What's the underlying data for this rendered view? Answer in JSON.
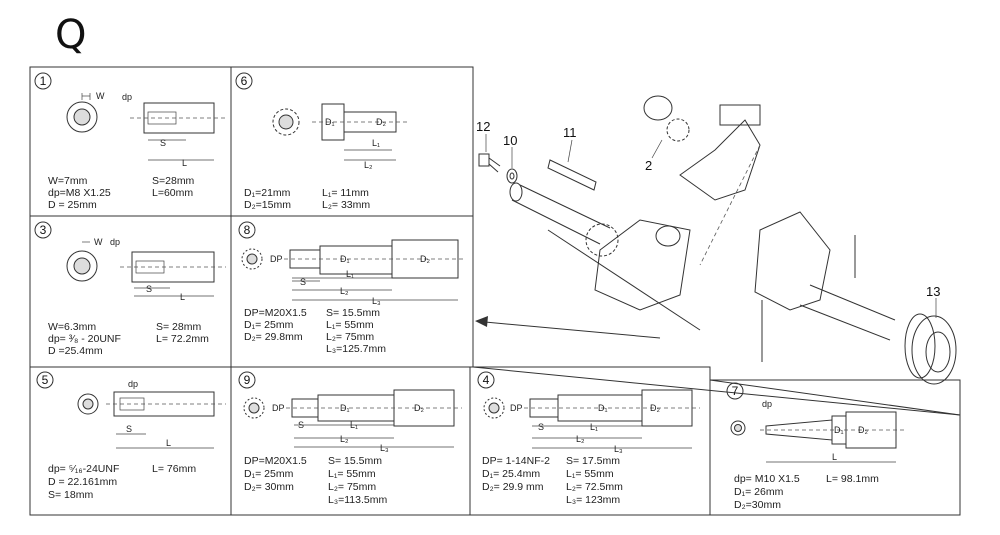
{
  "section_letter": "Q",
  "panels": [
    {
      "id": "1",
      "dims": {
        "w": "W",
        "dp": "dp",
        "s": "S",
        "l": "L"
      },
      "specs": [
        "W=7mm",
        "dp=M8 X1.25",
        "D = 25mm",
        "S=28mm",
        "L=60mm"
      ]
    },
    {
      "id": "6",
      "dims": {
        "d1": "D₁",
        "d2": "D₂",
        "l1": "L₁",
        "l2": "L₂"
      },
      "specs": [
        "D₁=21mm",
        "D₂=15mm",
        "L₁= 11mm",
        "L₂= 33mm"
      ]
    },
    {
      "id": "3",
      "dims": {
        "w": "W",
        "dp": "dp",
        "s": "S",
        "l": "L"
      },
      "specs": [
        "W=6.3mm",
        "dp= ³⁄₈ - 20UNF",
        "D =25.4mm",
        "S= 28mm",
        "L= 72.2mm"
      ]
    },
    {
      "id": "8",
      "dims": {
        "dp": "DP",
        "s": "S",
        "d1": "D₁",
        "d2": "D₂",
        "l1": "L₁",
        "l2": "L₂",
        "l3": "L₃"
      },
      "specs": [
        "DP=M20X1.5",
        "D₁= 25mm",
        "D₂= 29.8mm",
        "S= 15.5mm",
        "L₁= 55mm",
        "L₂= 75mm",
        "L₃=125.7mm"
      ]
    },
    {
      "id": "5",
      "dims": {
        "dp": "dp",
        "s": "S",
        "l": "L"
      },
      "specs": [
        "dp= ⁵⁄₁₆-24UNF",
        "D = 22.161mm",
        "S= 18mm",
        "L= 76mm"
      ]
    },
    {
      "id": "9",
      "dims": {
        "dp": "DP",
        "s": "S",
        "d1": "D₁",
        "d2": "D₂",
        "l1": "L₁",
        "l2": "L₂",
        "l3": "L₃"
      },
      "specs": [
        "DP=M20X1.5",
        "D₁= 25mm",
        "D₂= 30mm",
        "S= 15.5mm",
        "L₁= 55mm",
        "L₂= 75mm",
        "L₃=113.5mm"
      ]
    },
    {
      "id": "4",
      "dims": {
        "dp": "DP",
        "s": "S",
        "d1": "D₁",
        "d2": "D₂",
        "l1": "L₁",
        "l2": "L₂",
        "l3": "L₃"
      },
      "specs": [
        "DP= 1-14NF-2",
        "D₁= 25.4mm",
        "D₂= 29.9 mm",
        "S= 17.5mm",
        "L₁= 55mm",
        "L₂= 72.5mm",
        "L₃= 123mm"
      ]
    },
    {
      "id": "7",
      "dims": {
        "dp": "dp",
        "d1": "D₁",
        "d2": "D₂",
        "l": "L"
      },
      "specs": [
        "dp= M10 X1.5",
        "D₁= 26mm",
        "D₂=30mm",
        "L= 98.1mm"
      ]
    }
  ],
  "part_labels": [
    "12",
    "10",
    "11",
    "2",
    "13"
  ]
}
